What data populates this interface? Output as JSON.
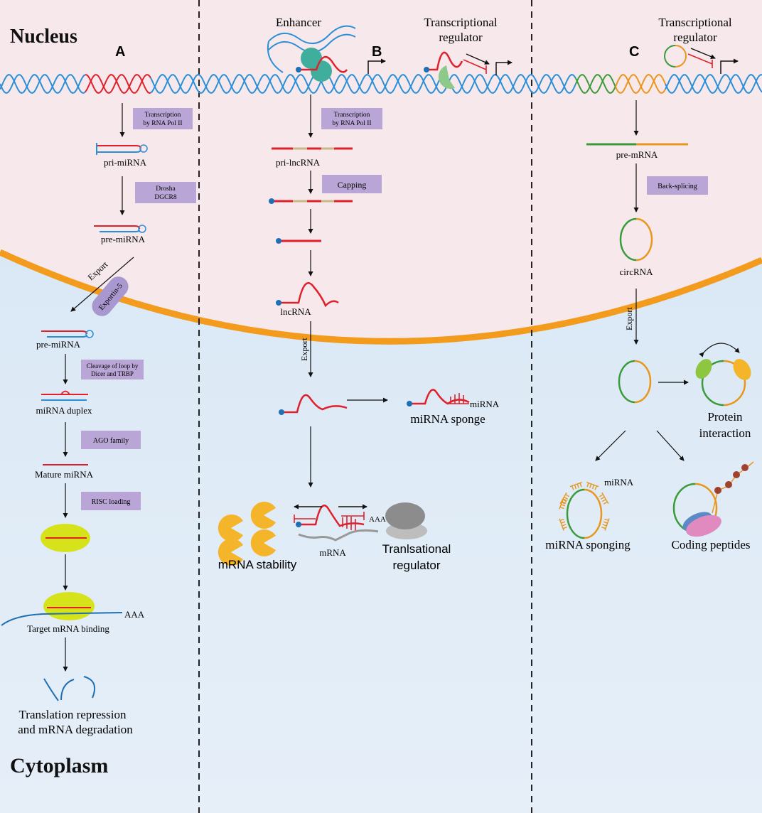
{
  "regions": {
    "nucleus": "Nucleus",
    "cytoplasm": "Cytoplasm"
  },
  "panels": {
    "a": "A",
    "b": "B",
    "c": "C"
  },
  "colors": {
    "nucleus_bg": "#f7e9ee",
    "cytoplasm_bg": "#dcebf7",
    "membrane": "#f29b1d",
    "dna": "#2a8fd8",
    "rna_red": "#e0202a",
    "step_box": "#b9a6d6",
    "lime": "#d6e21a",
    "teal": "#3fae9c",
    "yellow_orange": "#f5b52a",
    "green": "#3a9b3a",
    "orange": "#e8961e"
  },
  "panel_a": {
    "step1": [
      "Transcription",
      "by RNA Pol II"
    ],
    "pri": "pri-miRNA",
    "step2": [
      "Drosha",
      "DGCR8"
    ],
    "pre_nuc": "pre-miRNA",
    "export": "Export",
    "exportin": "Exportin-5",
    "pre_cyto": "pre-miRNA",
    "step3": [
      "Cleavage of loop by",
      "Dicer and TRBP"
    ],
    "duplex": "miRNA duplex",
    "step4": "AGO family",
    "mature": "Mature miRNA",
    "step5": "RISC loading",
    "aaa": "AAA",
    "target": "Target mRNA binding",
    "outcome": [
      "Translation repression",
      "and mRNA degradation"
    ]
  },
  "panel_b": {
    "enhancer": "Enhancer",
    "tr": [
      "Transcriptional",
      "regulator"
    ],
    "step1": [
      "Transcription",
      "by RNA Pol II"
    ],
    "pri": "pri-lncRNA",
    "capping": "Capping",
    "lnc": "lncRNA",
    "export": "Export",
    "mirna": "miRNA",
    "sponge": "miRNA sponge",
    "aaa": "AAA",
    "mrna": "mRNA",
    "stability": "mRNA stability",
    "trans_reg": [
      "Tranlsational",
      "regulator"
    ]
  },
  "panel_c": {
    "tr": [
      "Transcriptional",
      "regulator"
    ],
    "pre": "pre-mRNA",
    "step1": "Back-splicing",
    "circ": "circRNA",
    "export": "Export",
    "protein": [
      "Protein",
      "interaction"
    ],
    "mirna": "miRNA",
    "sponging": "miRNA sponging",
    "peptides": "Coding peptides"
  }
}
